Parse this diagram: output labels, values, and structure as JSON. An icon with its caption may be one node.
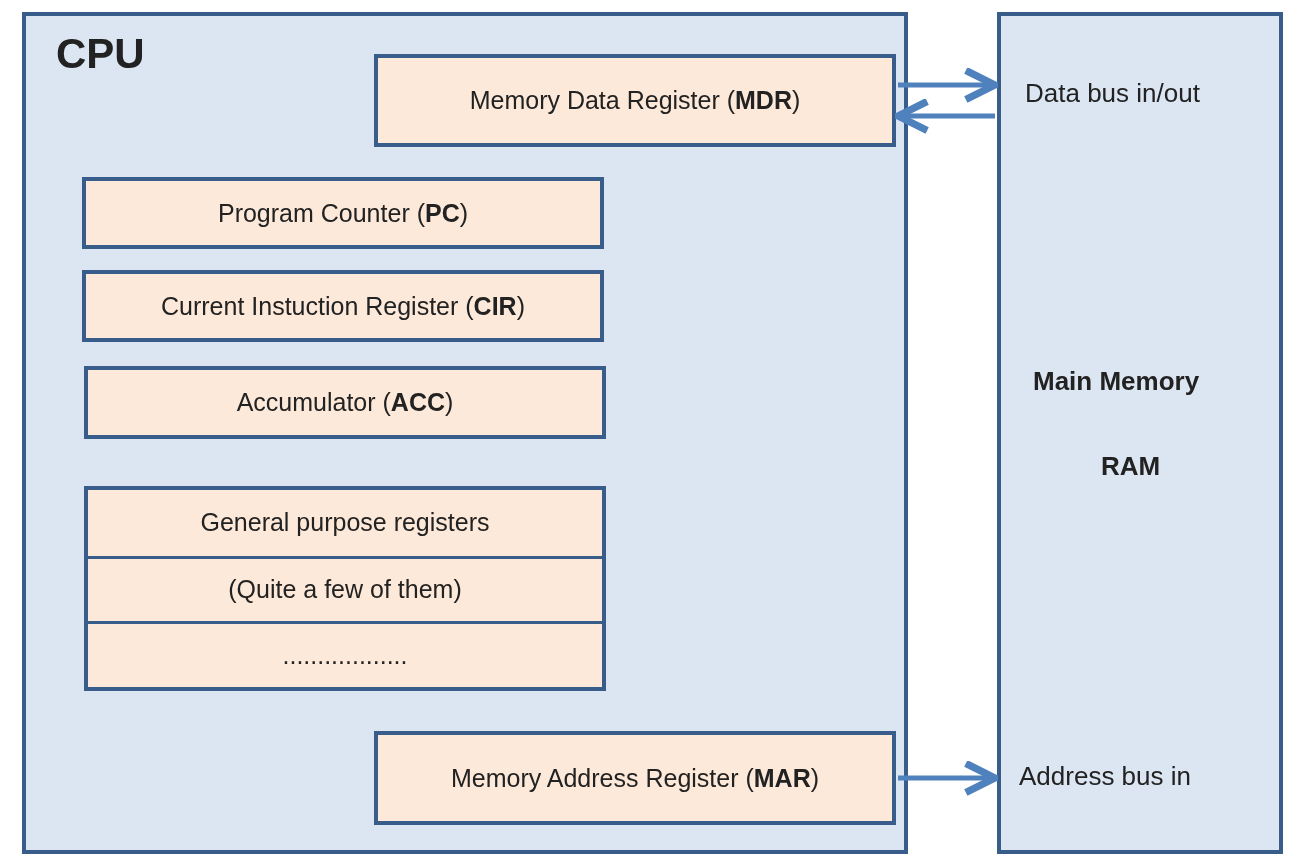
{
  "diagram": {
    "nodes": [
      {
        "text": [
          "CPU"
        ]
      },
      {
        "text": [
          "Memory Data Register (**MDR**)"
        ],
        "in": 0
      },
      {
        "text": [
          "Program Counter (**PC**)"
        ],
        "in": 0
      },
      {
        "text": [
          "Current Instuction Register (**CIR**)"
        ],
        "in": 0
      },
      {
        "text": [
          "Accumulator (**ACC**)"
        ],
        "in": 0
      },
      {
        "text": [
          "General purpose registers",
          "(Quite a few of them)",
          ".................."
        ],
        "in": 0
      },
      {
        "text": [
          "Memory Address  Register (**MAR**)"
        ],
        "in": 0
      },
      {
        "text": [
          "Data bus in/out",
          "Main Memory",
          "RAM",
          "Address bus in"
        ]
      }
    ],
    "edges": [
      {
        "from": 1,
        "to": 7,
        "arrow": "to"
      },
      {
        "from": 7,
        "to": 1,
        "arrow": "to"
      },
      {
        "from": 6,
        "to": 7,
        "arrow": "to"
      }
    ]
  }
}
